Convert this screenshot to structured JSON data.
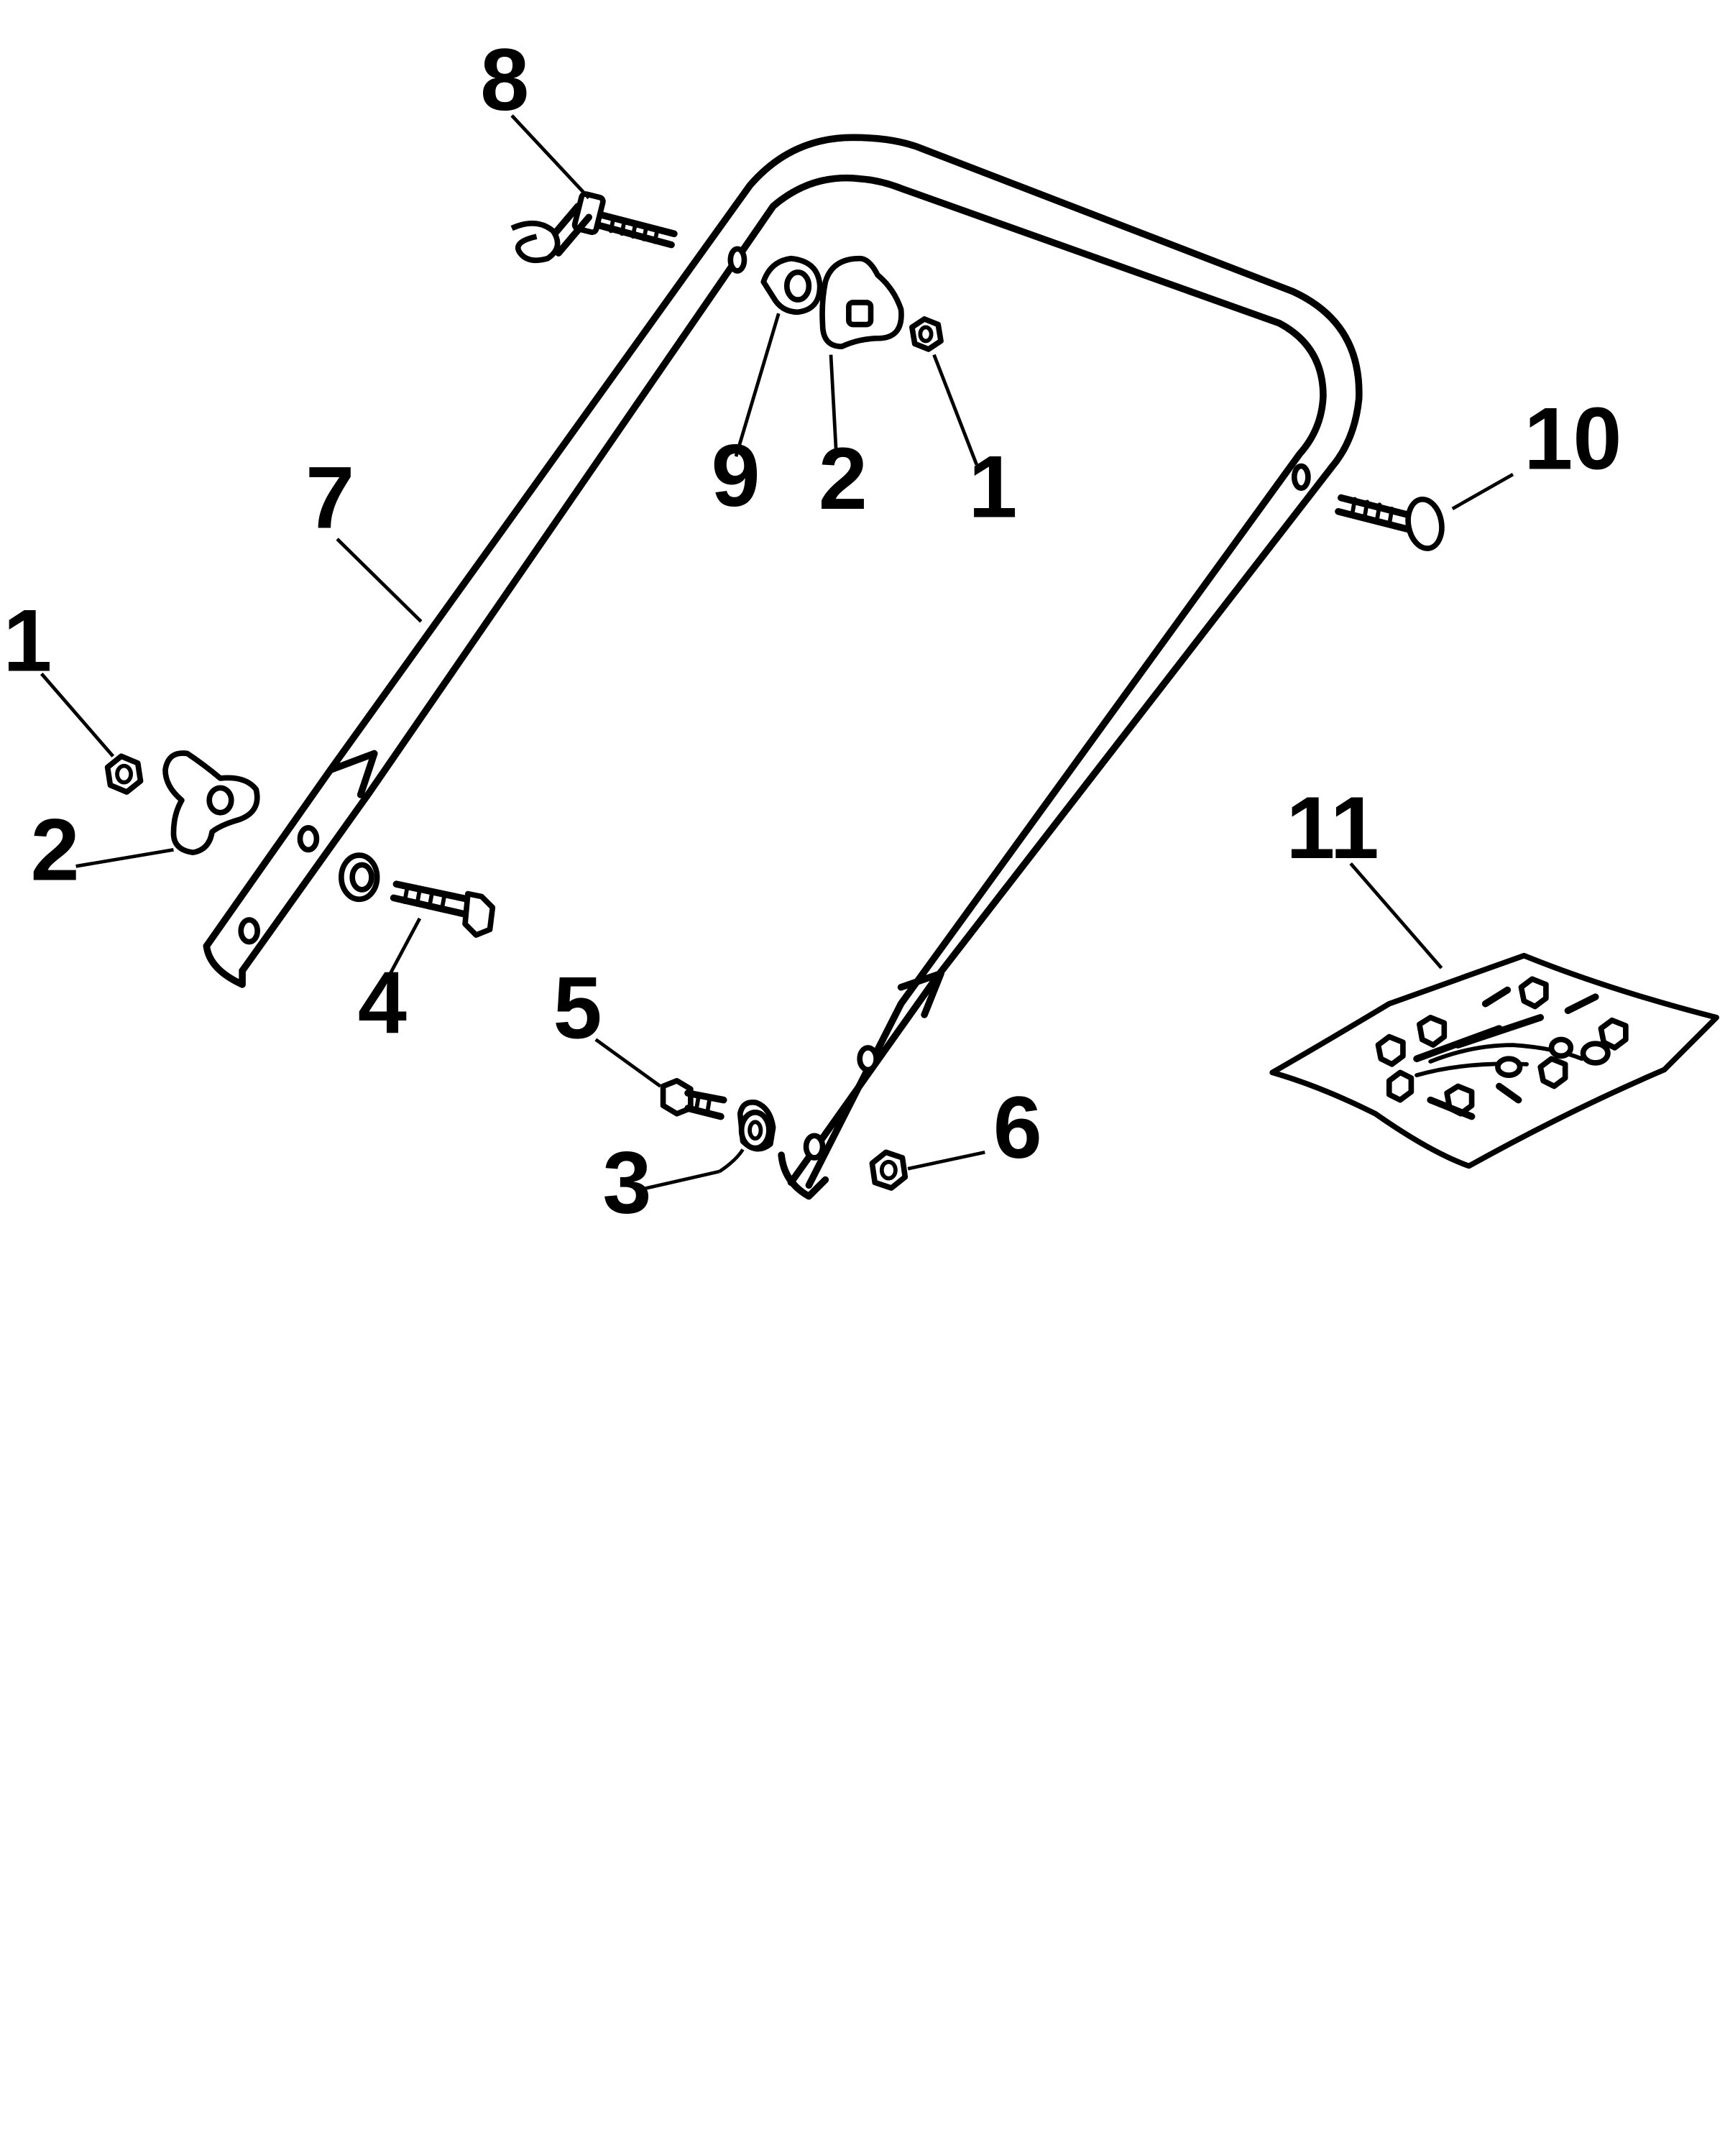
{
  "callouts": {
    "c1_left": "1",
    "c1_top": "1",
    "c2_left": "2",
    "c2_top": "2",
    "c3": "3",
    "c4": "4",
    "c5": "5",
    "c6": "6",
    "c7": "7",
    "c8": "8",
    "c9": "9",
    "c10": "10",
    "c11": "11"
  }
}
